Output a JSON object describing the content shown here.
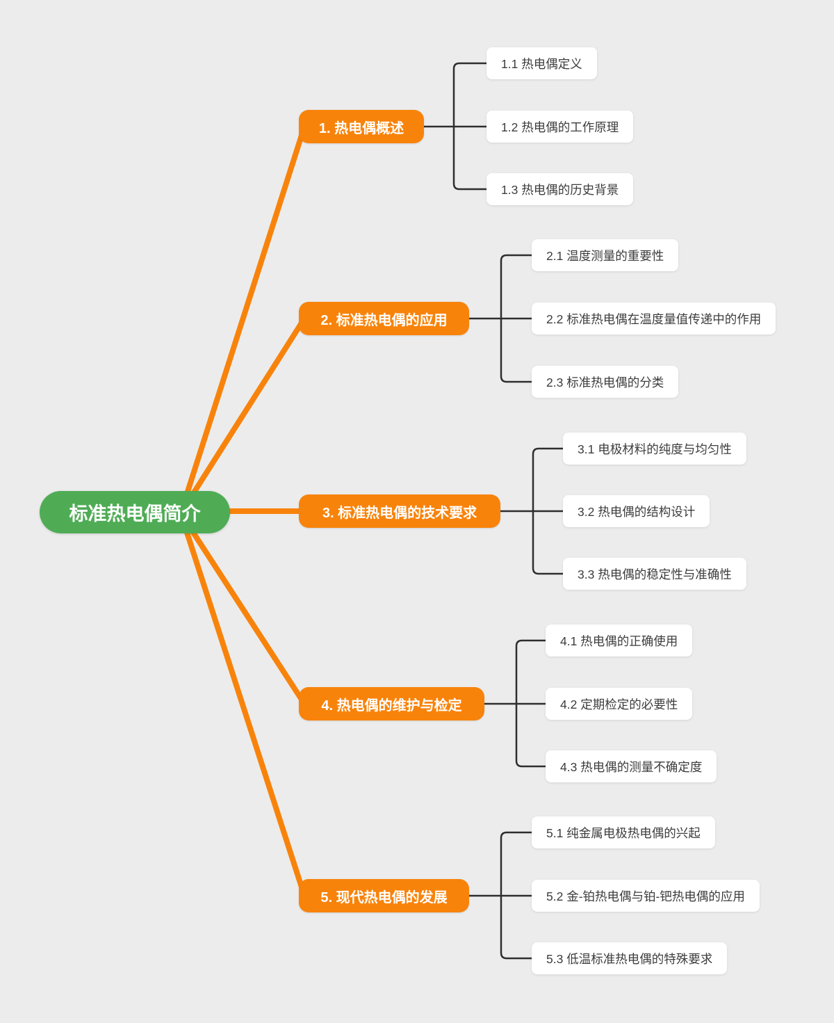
{
  "canvas": {
    "background": "#ECECEC"
  },
  "palette": {
    "root_color": "#4FAC55",
    "branch_color": "#F8830B",
    "connector_color": "#2E2E2E",
    "node_text_color": "#FFFFFF",
    "child_text_color": "#3D3D3D",
    "child_bg": "#FFFFFF"
  },
  "mindmap": {
    "root": {
      "label": "标准热电偶简介"
    },
    "branches": [
      {
        "label": "1. 热电偶概述",
        "children": [
          {
            "label": "1.1 热电偶定义"
          },
          {
            "label": "1.2 热电偶的工作原理"
          },
          {
            "label": "1.3 热电偶的历史背景"
          }
        ]
      },
      {
        "label": "2. 标准热电偶的应用",
        "children": [
          {
            "label": "2.1 温度测量的重要性"
          },
          {
            "label": "2.2 标准热电偶在温度量值传递中的作用"
          },
          {
            "label": "2.3 标准热电偶的分类"
          }
        ]
      },
      {
        "label": "3. 标准热电偶的技术要求",
        "children": [
          {
            "label": "3.1 电极材料的纯度与均匀性"
          },
          {
            "label": "3.2 热电偶的结构设计"
          },
          {
            "label": "3.3 热电偶的稳定性与准确性"
          }
        ]
      },
      {
        "label": "4. 热电偶的维护与检定",
        "children": [
          {
            "label": "4.1 热电偶的正确使用"
          },
          {
            "label": "4.2 定期检定的必要性"
          },
          {
            "label": "4.3 热电偶的测量不确定度"
          }
        ]
      },
      {
        "label": "5. 现代热电偶的发展",
        "children": [
          {
            "label": "5.1 纯金属电极热电偶的兴起"
          },
          {
            "label": "5.2 金-铂热电偶与铂-钯热电偶的应用"
          },
          {
            "label": "5.3 低温标准热电偶的特殊要求"
          }
        ]
      }
    ]
  }
}
